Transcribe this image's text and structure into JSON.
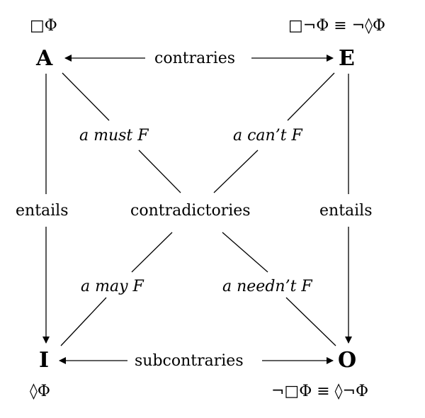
{
  "corners": {
    "A": {
      "letter": "A",
      "formula": "□Φ"
    },
    "E": {
      "letter": "E",
      "formula": "□¬Φ ≡ ¬◊Φ"
    },
    "I": {
      "letter": "I",
      "formula": "◊Φ"
    },
    "O": {
      "letter": "O",
      "formula": "¬□Φ ≡ ◊¬Φ"
    }
  },
  "relations": {
    "top": "contraries",
    "bottom": "subcontraries",
    "left": "entails",
    "right": "entails",
    "center": "contradictories"
  },
  "diagonal_labels": {
    "a_must": "a must F",
    "e_cant": "a can’t F",
    "i_may": "a may F",
    "o_neednt": "a needn’t F"
  },
  "colors": {
    "ink": "#000000",
    "background": "#ffffff"
  }
}
